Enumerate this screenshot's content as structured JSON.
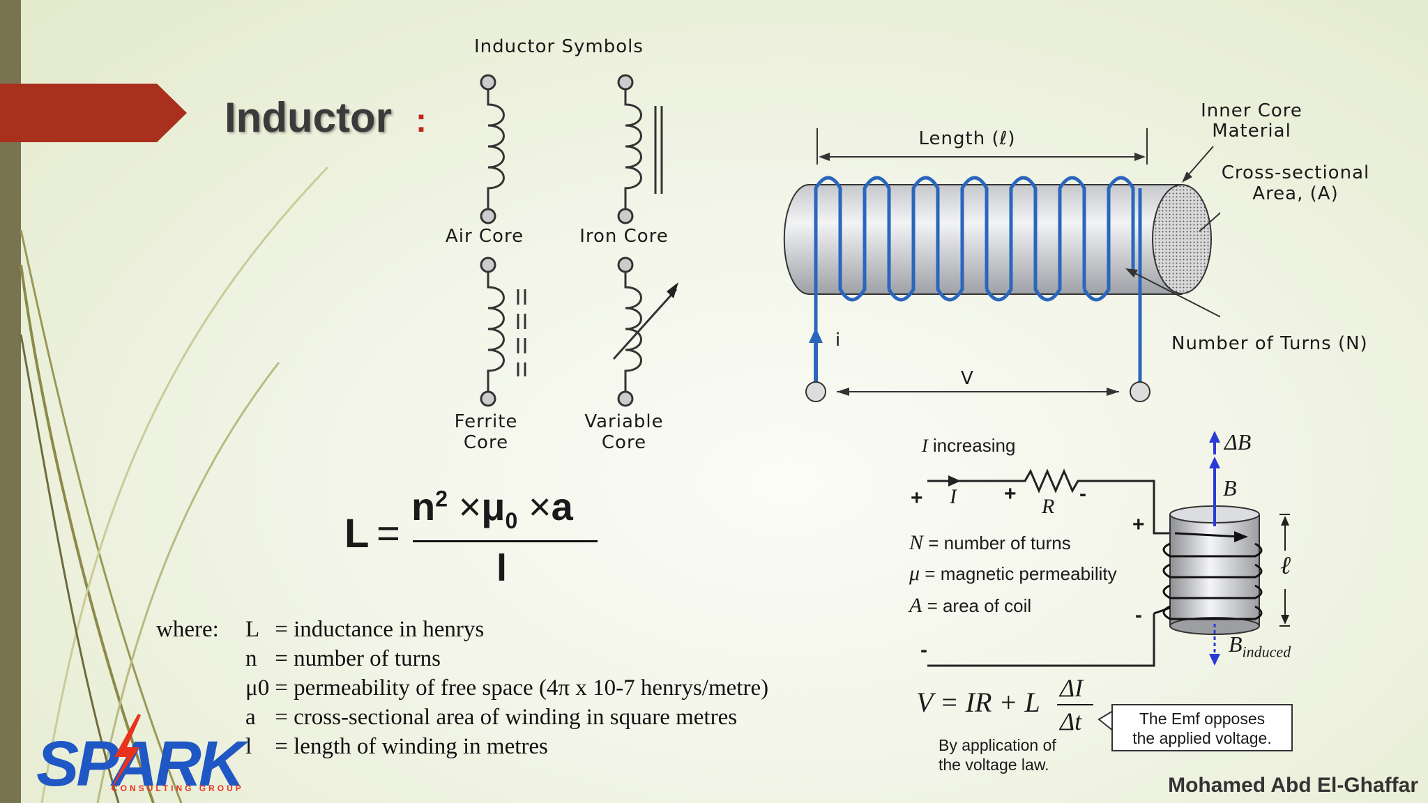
{
  "slide": {
    "title": "Inductor",
    "title_colon": ":",
    "author": "Mohamed Abd El-Ghaffar",
    "accent_color": "#a8301c",
    "sidebar_color": "#7a7350"
  },
  "symbols": {
    "heading": "Inductor Symbols",
    "air_core": "Air Core",
    "iron_core": "Iron Core",
    "ferrite_core_l1": "Ferrite",
    "ferrite_core_l2": "Core",
    "variable_core_l1": "Variable",
    "variable_core_l2": "Core"
  },
  "coil_diagram": {
    "length_label": "Length (ℓ)",
    "inner_core_l1": "Inner Core",
    "inner_core_l2": "Material",
    "cross_section_l1": "Cross-sectional",
    "cross_section_l2": "Area, (A)",
    "turns_label": "Number of Turns (N)",
    "current_label": "i",
    "voltage_label": "V"
  },
  "formula": {
    "lhs": "L",
    "eq": "=",
    "numerator_n": "n",
    "numerator_exp": "2",
    "times1": "×",
    "mu": "μ",
    "mu_sub": "0",
    "times2": "×",
    "a": "a",
    "denominator": "l"
  },
  "where": {
    "label": "where:",
    "rows": [
      {
        "sym": "L",
        "eq": "=",
        "text": "inductance in henrys"
      },
      {
        "sym": "n",
        "eq": "=",
        "text": "number of turns"
      },
      {
        "sym": "μ0",
        "eq": "=",
        "text": "permeability of free space (4π x 10-7 henrys/metre)"
      },
      {
        "sym": "a",
        "eq": "=",
        "text": "cross-sectional area of winding in square metres"
      },
      {
        "sym": "l",
        "eq": "=",
        "text": "length of winding in metres"
      }
    ]
  },
  "circuit": {
    "i_increasing": "increasing",
    "i_symbol": "I",
    "r_symbol": "R",
    "plus": "+",
    "minus": "-",
    "delta_b": "ΔB",
    "b": "B",
    "b_induced": "B",
    "b_induced_sub": "induced",
    "ell": "ℓ",
    "n_def_sym": "N",
    "n_def": "= number of turns",
    "mu_def_sym": "μ",
    "mu_def": "= magnetic permeability",
    "a_def_sym": "A",
    "a_def": "= area of coil",
    "equation_lhs": "V = IR + L",
    "frac_num": "ΔI",
    "frac_den": "Δt",
    "voltage_law_l1": "By application of",
    "voltage_law_l2": "the voltage law.",
    "emf_l1": "The Emf opposes",
    "emf_l2": "the applied voltage."
  },
  "logo": {
    "name": "SPARK",
    "subtitle": "CONSULTING GROUP"
  }
}
